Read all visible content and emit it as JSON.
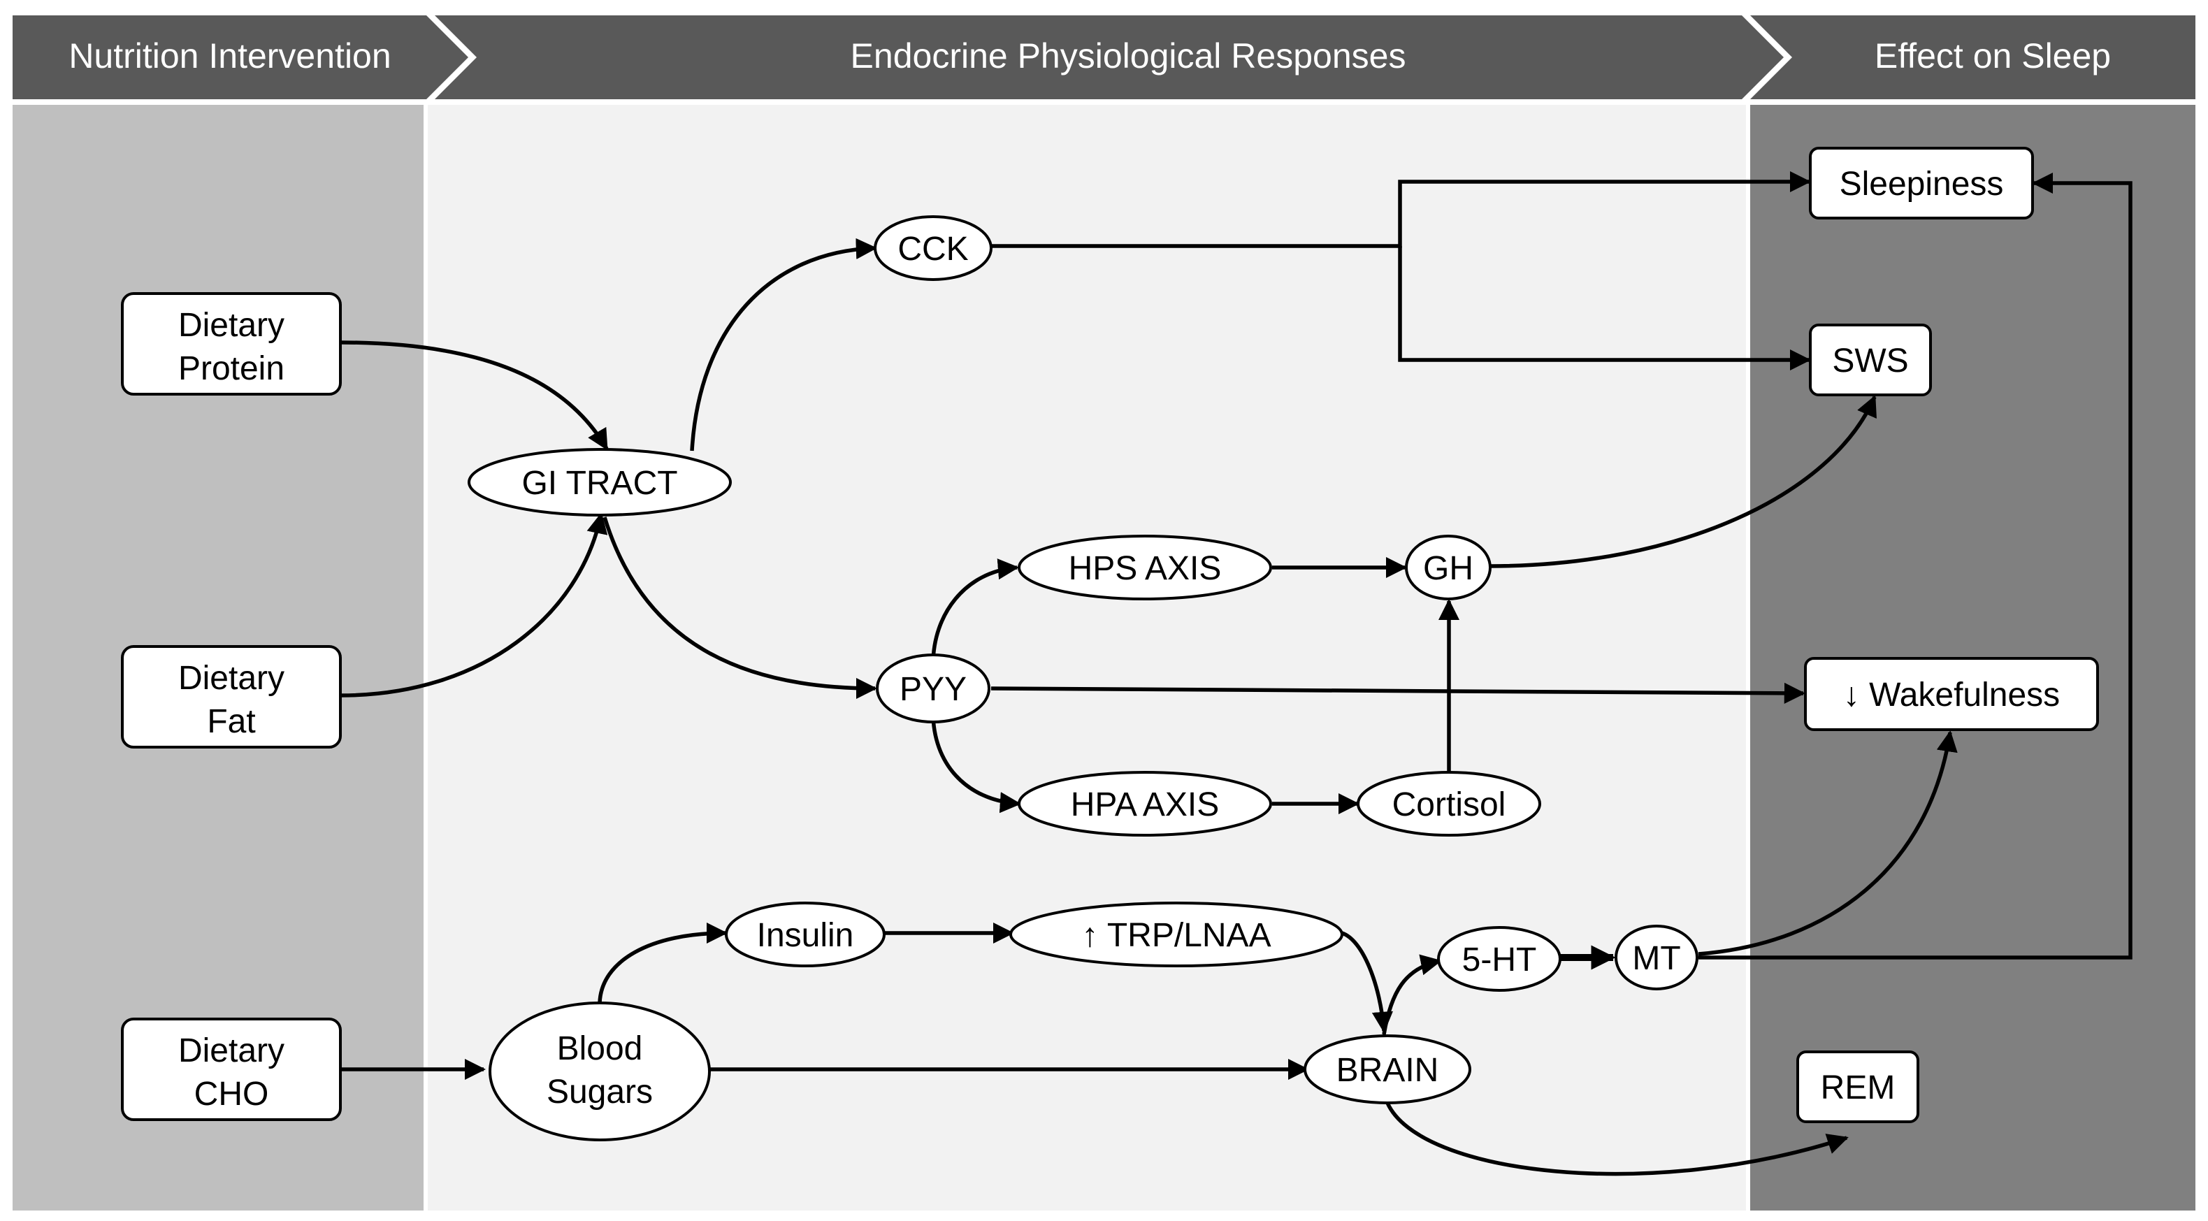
{
  "header": {
    "stage1": "Nutrition Intervention",
    "stage2": "Endocrine Physiological Responses",
    "stage3": "Effect on Sleep"
  },
  "colors": {
    "header_bg": "#595959",
    "left_panel": "#bfbfbf",
    "middle_panel": "#f2f2f2",
    "right_panel": "#808080"
  },
  "inputs": {
    "protein": [
      "Dietary",
      "Protein"
    ],
    "fat": [
      "Dietary",
      "Fat"
    ],
    "cho": [
      "Dietary",
      "CHO"
    ]
  },
  "nodes": {
    "gi_tract": "GI TRACT",
    "cck": "CCK",
    "pyy": "PYY",
    "hps_axis": "HPS AXIS",
    "hpa_axis": "HPA AXIS",
    "gh": "GH",
    "cortisol": "Cortisol",
    "insulin": "Insulin",
    "trp_lnaa": "↑ TRP/LNAA",
    "blood_sugars": [
      "Blood",
      "Sugars"
    ],
    "brain": "BRAIN",
    "five_ht": "5-HT",
    "mt": "MT"
  },
  "outcomes": {
    "sleepiness": "Sleepiness",
    "sws": "SWS",
    "wakefulness": "↓ Wakefulness",
    "rem": "REM"
  }
}
